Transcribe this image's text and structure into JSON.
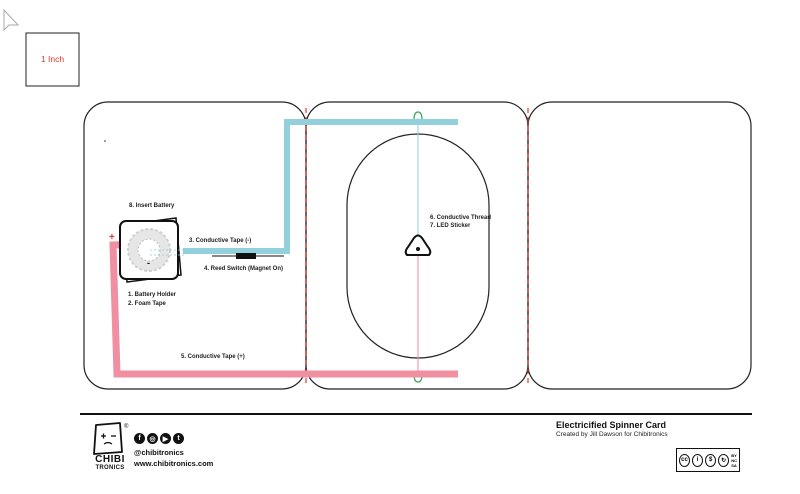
{
  "scale_box": {
    "label": "1 Inch"
  },
  "card": {
    "labels": {
      "insert_battery": "8. Insert Battery",
      "conductive_tape_neg": "3. Conductive Tape (-)",
      "reed_switch": "4. Reed Switch (Magnet On)",
      "battery_holder": "1. Battery Holder",
      "foam_tape": "2. Foam Tape",
      "conductive_tape_pos": "5. Conductive Tape (+)",
      "conductive_thread": "6. Conductive Thread",
      "led_sticker": "7. LED Sticker",
      "plus_sign": "+",
      "minus_sign": "-"
    }
  },
  "footer": {
    "title": "Electricified Spinner Card",
    "subtitle": "Created by Jill Dawson for Chibitronics",
    "handle": "@chibitronics",
    "website": "www.chibitronics.com",
    "brand_line1": "CHIBI",
    "brand_line2": "TRONICS",
    "registered": "®",
    "social_icons": [
      "facebook-icon",
      "instagram-icon",
      "youtube-icon",
      "twitter-icon"
    ],
    "license": {
      "cc": "cc",
      "by": "BY",
      "nc": "NC",
      "sa": "SA"
    }
  },
  "colors": {
    "tape_blue": "#92d1dc",
    "tape_pink": "#ef8fa1",
    "fold_line": "#e8332b",
    "thread_green": "#3aa655",
    "outline": "#222222"
  }
}
